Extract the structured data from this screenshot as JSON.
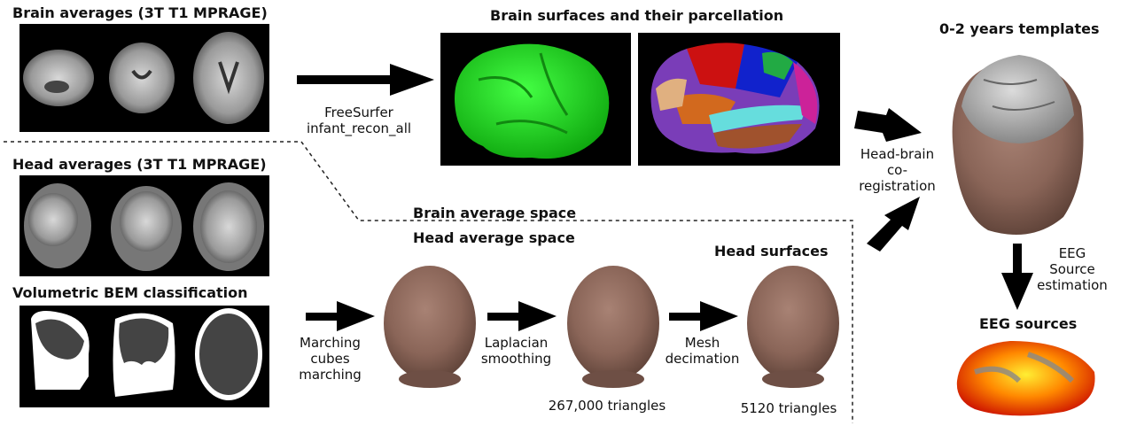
{
  "titles": {
    "brain_averages": "Brain averages (3T T1 MPRAGE)",
    "brain_surfaces": "Brain surfaces and their parcellation",
    "templates": "0-2 years templates",
    "head_averages": "Head averages (3T T1 MPRAGE)",
    "volumetric_bem": "Volumetric BEM classification",
    "brain_average_space": "Brain average space",
    "head_average_space": "Head average space",
    "head_surfaces": "Head surfaces",
    "eeg_sources": "EEG sources"
  },
  "steps": {
    "freesurfer_line1": "FreeSurfer",
    "freesurfer_line2": "infant_recon_all",
    "coreg_line1": "Head-brain",
    "coreg_line2": "co-",
    "coreg_line3": "registration",
    "eeg_line1": "EEG",
    "eeg_line2": "Source",
    "eeg_line3": "estimation",
    "marching_line1": "Marching",
    "marching_line2": "cubes",
    "marching_line3": "marching",
    "laplacian_line1": "Laplacian",
    "laplacian_line2": "smoothing",
    "mesh_line1": "Mesh",
    "mesh_line2": "decimation"
  },
  "counts": {
    "triangles_267k": "267,000 triangles",
    "triangles_5120": "5120 triangles"
  },
  "colors": {
    "arrow": "#000000",
    "head_skin": "#8a6558",
    "brain_green": "#22dd22",
    "brain_grey": "#bdbdbd"
  }
}
